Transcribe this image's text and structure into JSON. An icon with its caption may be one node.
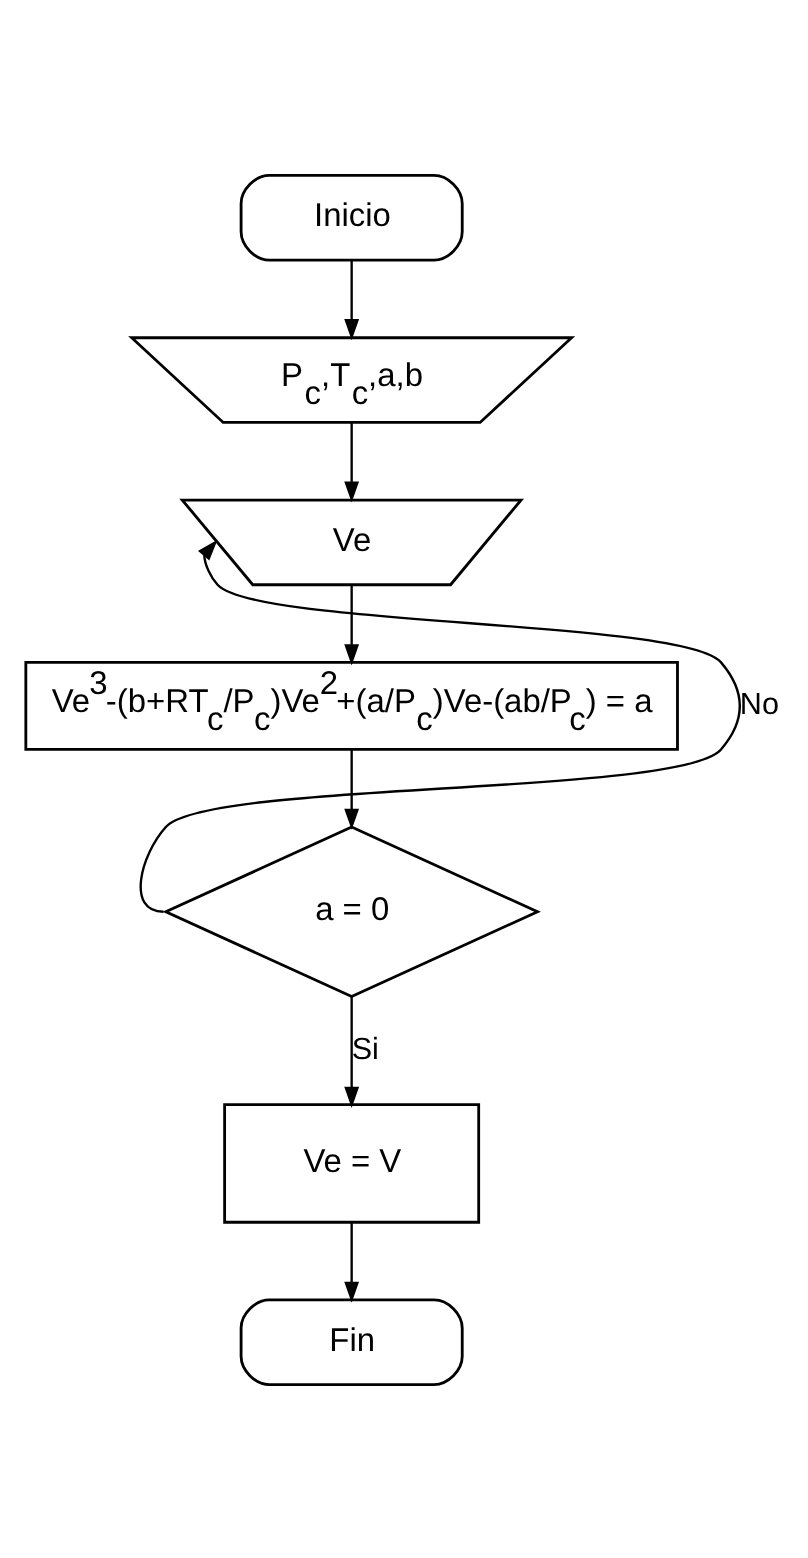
{
  "diagram": {
    "nodes": [
      {
        "text": [
          "Inicio"
        ]
      },
      {
        "text": [
          "P$_{c}$,T$_{c}$,a,b"
        ]
      },
      {
        "text": [
          "Ve"
        ]
      },
      {
        "text": [
          "Ve$^{3}$-(b+RT$_{c}$/P$_{c}$)Ve$^{2}$+(a/P$_{c}$)Ve-(ab/P$_{c}$) = a"
        ]
      },
      {
        "text": [
          "a = 0"
        ]
      },
      {
        "text": [
          "Ve = V"
        ]
      },
      {
        "text": [
          "Fin"
        ]
      }
    ],
    "edges": [
      {
        "from": 0,
        "to": 1,
        "arrow": "to"
      },
      {
        "from": 1,
        "to": 2,
        "arrow": "to"
      },
      {
        "from": 2,
        "to": 3,
        "arrow": "to"
      },
      {
        "from": 3,
        "to": 4,
        "arrow": "to"
      },
      {
        "from": 4,
        "to": 2,
        "arrow": "to",
        "label": "No"
      },
      {
        "from": 4,
        "to": 5,
        "arrow": "to",
        "label": "Si"
      },
      {
        "from": 5,
        "to": 6,
        "arrow": "to"
      }
    ]
  }
}
